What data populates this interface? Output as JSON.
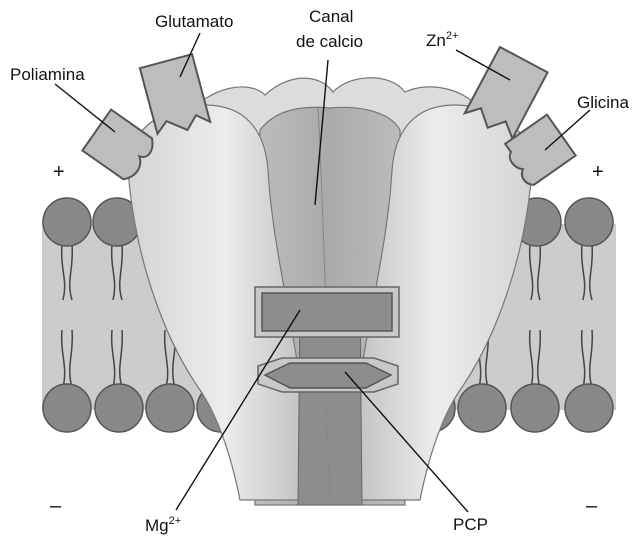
{
  "labels": {
    "glutamate": "Glutamato",
    "channel_line1": "Canal",
    "channel_line2": "de calcio",
    "polyamine": "Poliamina",
    "zinc_base": "Zn",
    "zinc_sup": "2+",
    "glycine": "Glicina",
    "magnesium_base": "Mg",
    "magnesium_sup": "2+",
    "pcp": "PCP"
  },
  "signs": {
    "top_left": "+",
    "top_right": "+",
    "bottom_left": "–",
    "bottom_right": "–"
  },
  "colors": {
    "membrane": "#cccccc",
    "lipid_head": "#888888",
    "receptor_light": "#e3e3e3",
    "receptor_mid": "#b9b9b9",
    "pore": "#8d8d8d",
    "ligand": "#bdbdbd",
    "outline": "#555555"
  }
}
